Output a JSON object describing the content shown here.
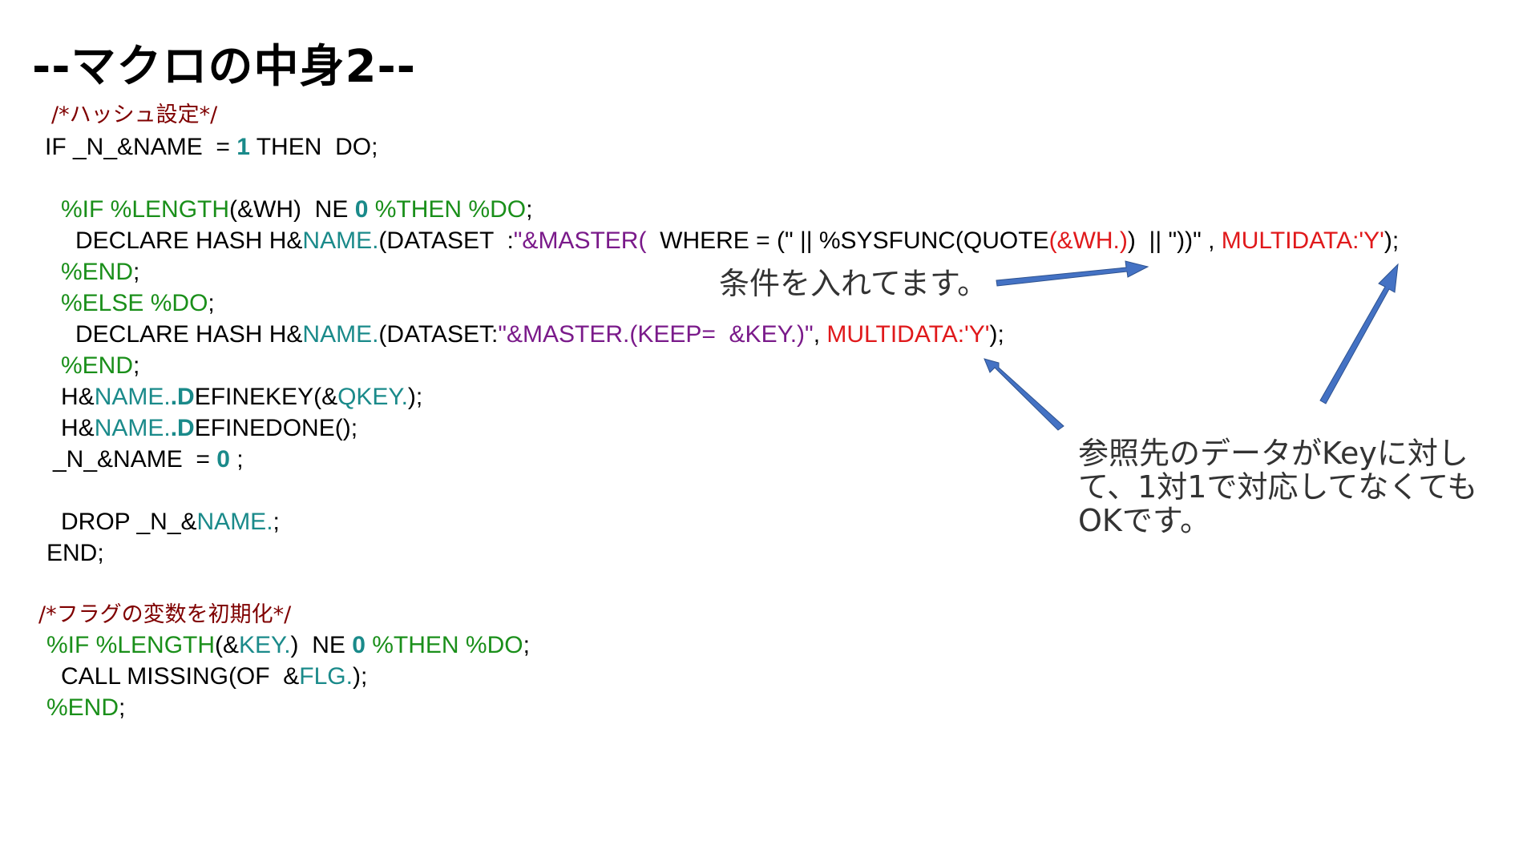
{
  "slide": {
    "title": "--マクロの中身2--"
  },
  "code": {
    "comment_hash": "/*ハッシュ設定*/",
    "comment_flag": "/*フラグの変数を初期化*/"
  },
  "annotations": {
    "condition_note": "条件を入れてます。",
    "multidata_note_l1": "参照先のデータがKeyに対し",
    "multidata_note_l2": "て、1対1で対応してなくても",
    "multidata_note_l3": "OKです。"
  },
  "colors": {
    "comment": "#7f0000",
    "macro": "#1a8f1a",
    "variable": "#1a8a8a",
    "string": "#7a1a8a",
    "option": "#e0191b",
    "arrow": "#4472c4"
  }
}
